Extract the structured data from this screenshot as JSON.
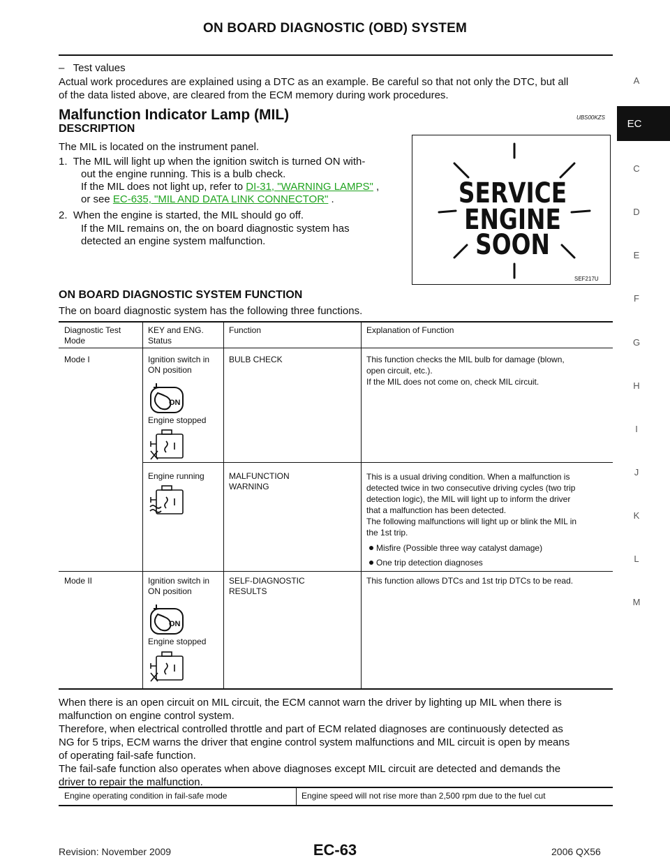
{
  "header": {
    "title": "ON BOARD DIAGNOSTIC (OBD) SYSTEM"
  },
  "side_index": {
    "letters": [
      "A",
      "C",
      "D",
      "E",
      "F",
      "G",
      "H",
      "I",
      "J",
      "K",
      "L",
      "M"
    ],
    "active": "EC"
  },
  "intro": {
    "dash_item": "–   Test values",
    "paragraph_1": "Actual work procedures are explained using a DTC as an example. Be careful so that not only the DTC, but all",
    "paragraph_2": "of the data listed above, are cleared from the ECM memory during work procedures."
  },
  "mil_section": {
    "title": "Malfunction Indicator Lamp (MIL)",
    "code": "UBS00KZS",
    "description_heading": "DESCRIPTION",
    "desc_1": "The MIL is located on the instrument panel.",
    "item1_line1": "1.  The MIL will light up when the ignition switch is turned ON with-",
    "item1_line2": "out the engine running. This is a bulb check.",
    "item1_line3_pre": "If the MIL does not light up, refer to ",
    "link_1": "DI-31, \"WARNING LAMPS\"",
    "item1_line3_post": " ,",
    "item1_line4_pre": "or see ",
    "link_2": "EC-635, \"MIL AND DATA LINK CONNECTOR\"",
    "item1_line4_post": " .",
    "item2_line1": "2.  When the engine is started, the MIL should go off.",
    "item2_line2": "If the MIL remains on, the on board diagnostic system has",
    "item2_line3": "detected an engine system malfunction.",
    "figure": {
      "line1": "SERVICE",
      "line2": "ENGINE",
      "line3": "SOON",
      "ref": "SEF217U"
    }
  },
  "obd_function": {
    "heading": "ON BOARD DIAGNOSTIC SYSTEM FUNCTION",
    "intro": "The on board diagnostic system has the following three functions.",
    "columns": [
      "Diagnostic Test",
      "Mode",
      "KEY and ENG.",
      "Status",
      "Function",
      "Explanation of Function"
    ],
    "mode1": {
      "mode": "Mode I",
      "status_a1": "Ignition switch in",
      "status_a2": "ON position",
      "status_a3": "Engine stopped",
      "function_a": "BULB CHECK",
      "explain_a1": "This function checks the MIL bulb for damage (blown,",
      "explain_a2": "open circuit, etc.).",
      "explain_a3": "If the MIL does not come on, check MIL circuit.",
      "status_b": "Engine running",
      "function_b1": "MALFUNCTION",
      "function_b2": "WARNING",
      "explain_b1": "This is a usual driving condition. When a malfunction is",
      "explain_b2": "detected twice in two consecutive driving cycles (two trip",
      "explain_b3": "detection logic), the MIL will light up to inform the driver",
      "explain_b4": "that a malfunction has been detected.",
      "explain_b5": "The following malfunctions will light up or blink the MIL in",
      "explain_b6": "the 1st trip.",
      "bullet_1": "Misfire (Possible three way catalyst damage)",
      "bullet_2": "One trip detection diagnoses"
    },
    "mode2": {
      "mode": "Mode II",
      "status_1": "Ignition switch in",
      "status_2": "ON position",
      "status_3": "Engine stopped",
      "function_1": "SELF-DIAGNOSTIC",
      "function_2": "RESULTS",
      "explain": "This function allows DTCs and 1st trip DTCs to be read."
    },
    "key_label": "ON"
  },
  "closing": {
    "l1": "When there is an open circuit on MIL circuit, the ECM cannot warn the driver by lighting up MIL when there is",
    "l2": "malfunction on engine control system.",
    "l3": "Therefore, when electrical controlled throttle and part of ECM related diagnoses are continuously detected as",
    "l4": "NG for 5 trips, ECM warns the driver that engine control system malfunctions and MIL circuit is open by means",
    "l5": "of operating fail-safe function.",
    "l6": "The fail-safe function also operates when above diagnoses except MIL circuit are detected and demands the",
    "l7": "driver to repair the malfunction."
  },
  "failsafe_table": {
    "condition": "Engine operating condition in fail-safe mode",
    "result": "Engine speed will not rise more than 2,500 rpm due to the fuel cut"
  },
  "footer": {
    "revision": "Revision: November 2009",
    "page": "EC-63",
    "model": "2006 QX56"
  }
}
